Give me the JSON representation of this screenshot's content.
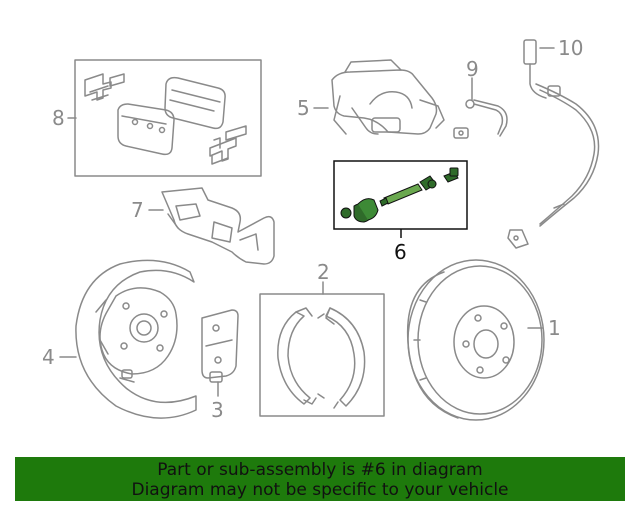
{
  "callouts": {
    "c1": "1",
    "c2": "2",
    "c3": "3",
    "c4": "4",
    "c5": "5",
    "c6": "6",
    "c7": "7",
    "c8": "8",
    "c9": "9",
    "c10": "10"
  },
  "highlighted_part": "6",
  "colors": {
    "line": "#8a8a8a",
    "highlight_part": "#2f6b2a",
    "banner_bg": "#1e7a0c",
    "banner_text": "#111111"
  },
  "banner": {
    "line1": "Part or sub-assembly is #6 in diagram",
    "line2": "Diagram may not be specific to your vehicle"
  }
}
